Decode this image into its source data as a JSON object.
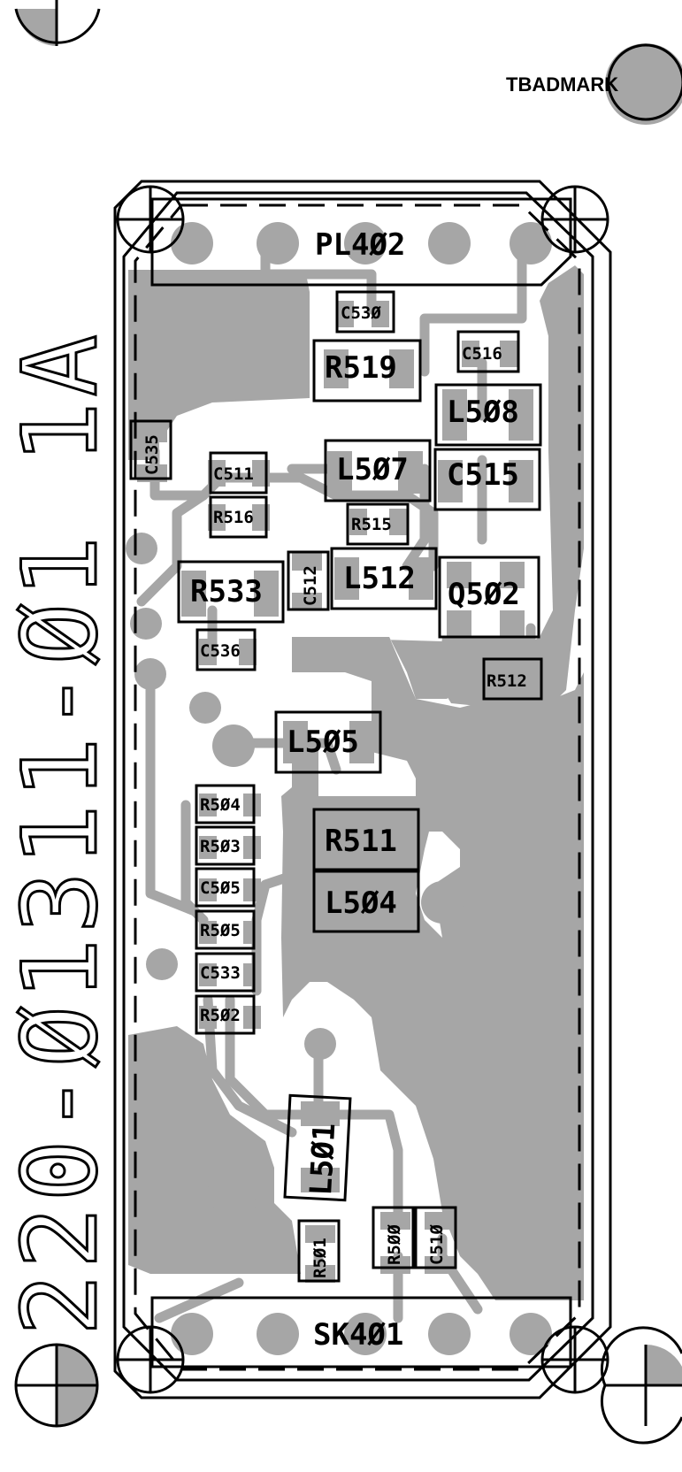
{
  "brand_mark": "TBADMARK",
  "part_number": "220-Ø1311-Ø1 1A",
  "connectors": {
    "top": "PL4Ø2",
    "bottom": "SK4Ø1"
  },
  "components": {
    "C530": "C53Ø",
    "R519": "R519",
    "C516": "C516",
    "L508": "L5Ø8",
    "C535": "C535",
    "C511": "C511",
    "L507": "L5Ø7",
    "C515": "C515",
    "R516": "R516",
    "R515": "R515",
    "R533": "R533",
    "C512": "C512",
    "L512": "L512",
    "Q502": "Q5Ø2",
    "C536": "C536",
    "R512": "R512",
    "L505": "L5Ø5",
    "R504": "R5Ø4",
    "R503": "R5Ø3",
    "C505": "C5Ø5",
    "R505": "R5Ø5",
    "C533": "C533",
    "R502": "R5Ø2",
    "R511": "R511",
    "L504": "L5Ø4",
    "L501": "L5Ø1",
    "R501": "R5Ø1",
    "R500": "R5ØØ",
    "C510": "C51Ø"
  }
}
